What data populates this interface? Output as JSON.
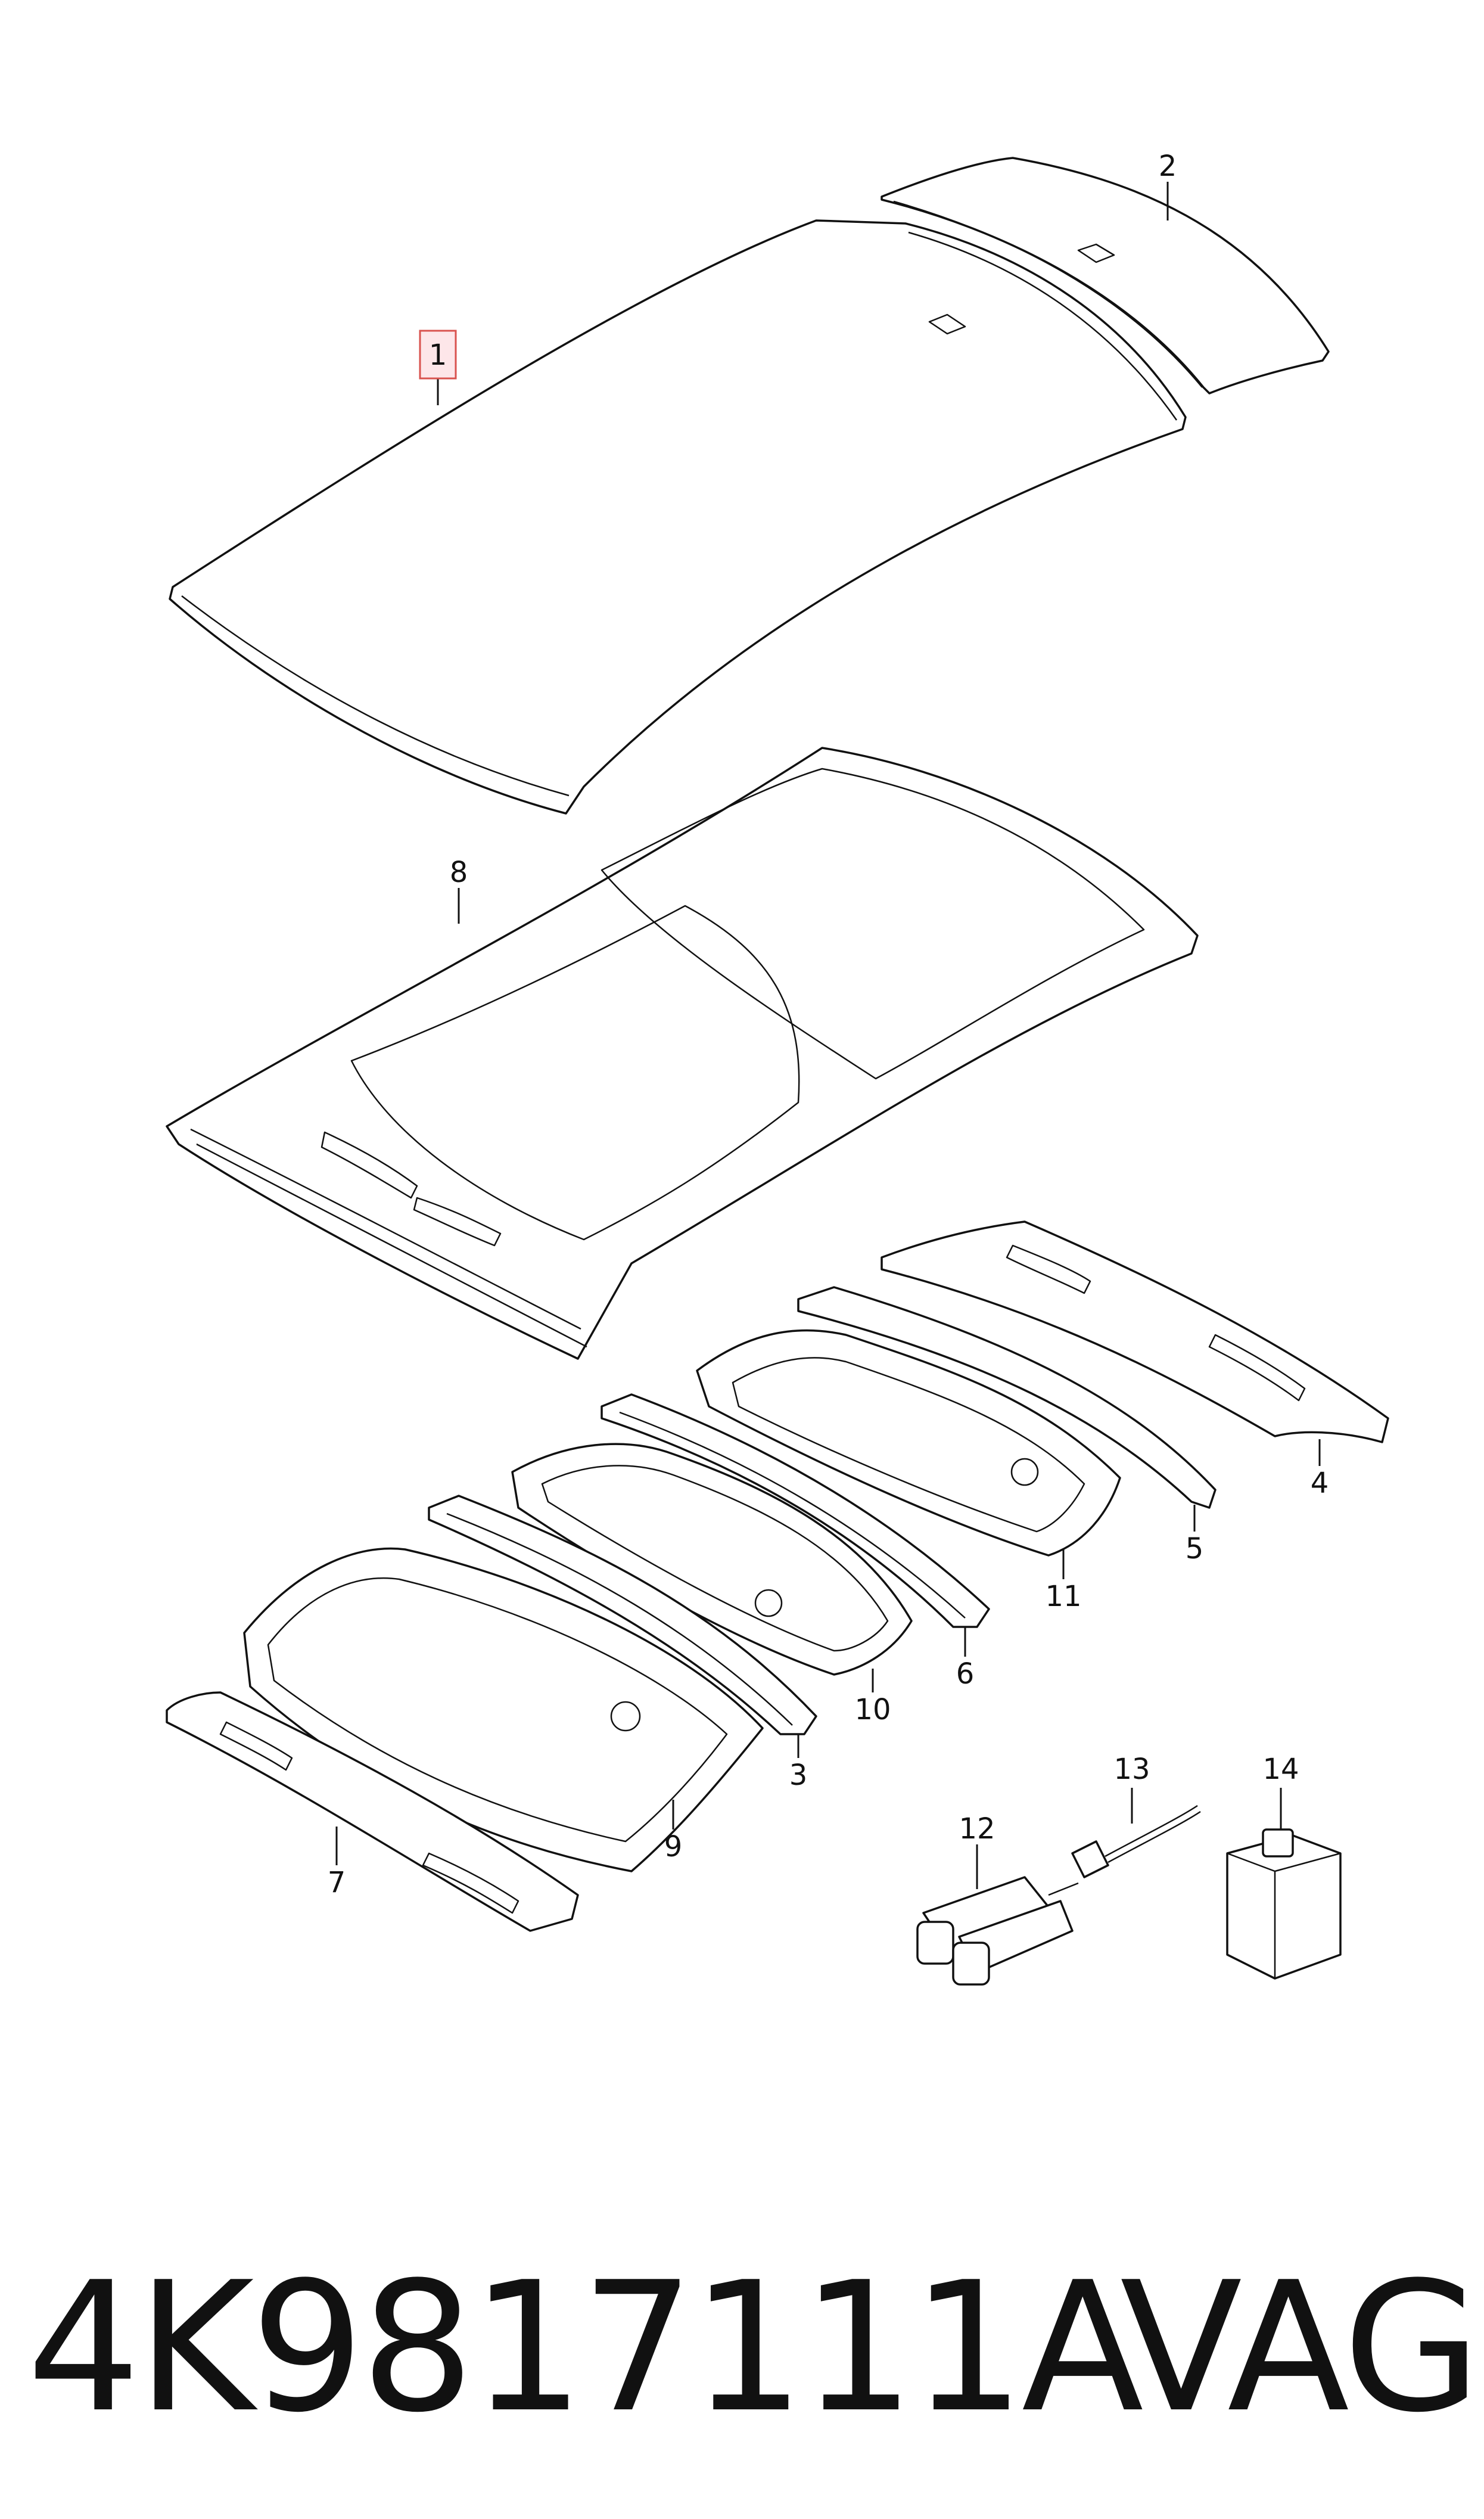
{
  "diagram": {
    "labels": [
      {
        "id": "1",
        "text": "1",
        "highlighted": true
      },
      {
        "id": "2",
        "text": "2"
      },
      {
        "id": "3",
        "text": "3"
      },
      {
        "id": "4",
        "text": "4"
      },
      {
        "id": "5",
        "text": "5"
      },
      {
        "id": "6",
        "text": "6"
      },
      {
        "id": "7",
        "text": "7"
      },
      {
        "id": "8",
        "text": "8"
      },
      {
        "id": "9",
        "text": "9"
      },
      {
        "id": "10",
        "text": "10"
      },
      {
        "id": "11",
        "text": "11"
      },
      {
        "id": "12",
        "text": "12"
      },
      {
        "id": "13",
        "text": "13"
      },
      {
        "id": "14",
        "text": "14"
      }
    ]
  },
  "footer": {
    "part_number": "4K9817111A",
    "brand": "VAG"
  },
  "colors": {
    "line": "#111111",
    "highlight_fill": "#fde6e9",
    "highlight_stroke": "#d9534f",
    "background": "#ffffff"
  }
}
